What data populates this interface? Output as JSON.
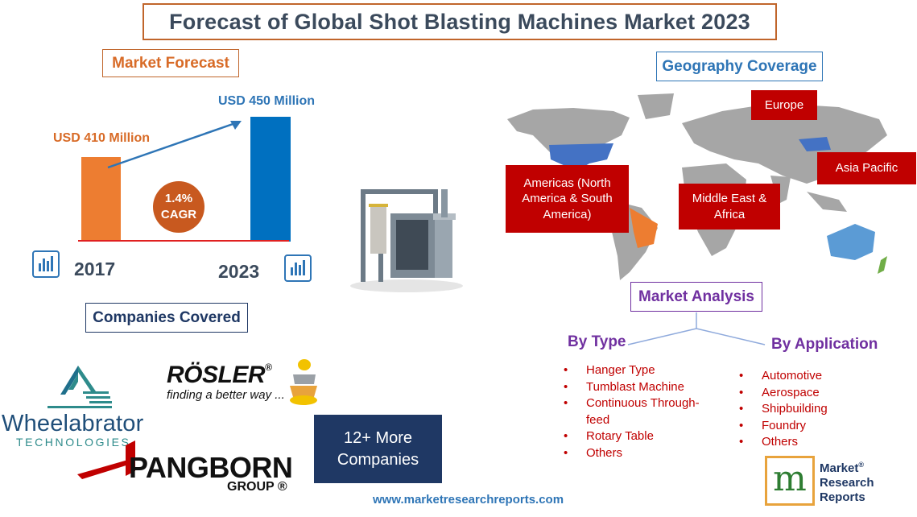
{
  "title": "Forecast of Global Shot Blasting Machines Market 2023",
  "market_forecast": {
    "label": "Market Forecast",
    "value_2017": "USD 410 Million",
    "value_2023": "USD 450 Million",
    "year_2017": "2017",
    "year_2023": "2023",
    "cagr_value": "1.4%",
    "cagr_label": "CAGR",
    "icons": [
      "bar-chart-icon",
      "bar-chart-icon"
    ],
    "bar_colors": {
      "2017": "#ed7d31",
      "2023": "#0070c0"
    }
  },
  "geography": {
    "label": "Geography Coverage",
    "regions": {
      "europe": "Europe",
      "americas": "Americas (North America & South America)",
      "asia_pacific": "Asia Pacific",
      "middle_east_africa": "Middle East & Africa"
    }
  },
  "market_analysis": {
    "label": "Market Analysis",
    "by_type": {
      "heading": "By Type",
      "items": [
        "Hanger Type",
        "Tumblast Machine",
        "Continuous Through-feed",
        "Rotary Table",
        "Others"
      ]
    },
    "by_application": {
      "heading": "By Application",
      "items": [
        "Automotive",
        "Aerospace",
        "Shipbuilding",
        "Foundry",
        "Others"
      ]
    }
  },
  "companies": {
    "label": "Companies Covered",
    "wheelabrator_name": "Wheelabrator",
    "wheelabrator_sub": "TECHNOLOGIES",
    "rosler_name": "RÖSLER",
    "rosler_reg": "®",
    "rosler_tagline": "finding a better way ...",
    "pangborn_name": "PANGBORN",
    "pangborn_group": "GROUP ®",
    "more": "12+ More Companies"
  },
  "footer_url": "www.marketresearchreports.com",
  "publisher_logo": {
    "mark": "m",
    "line1": "Market",
    "line2": "Research",
    "line3": "Reports",
    "reg": "®"
  }
}
